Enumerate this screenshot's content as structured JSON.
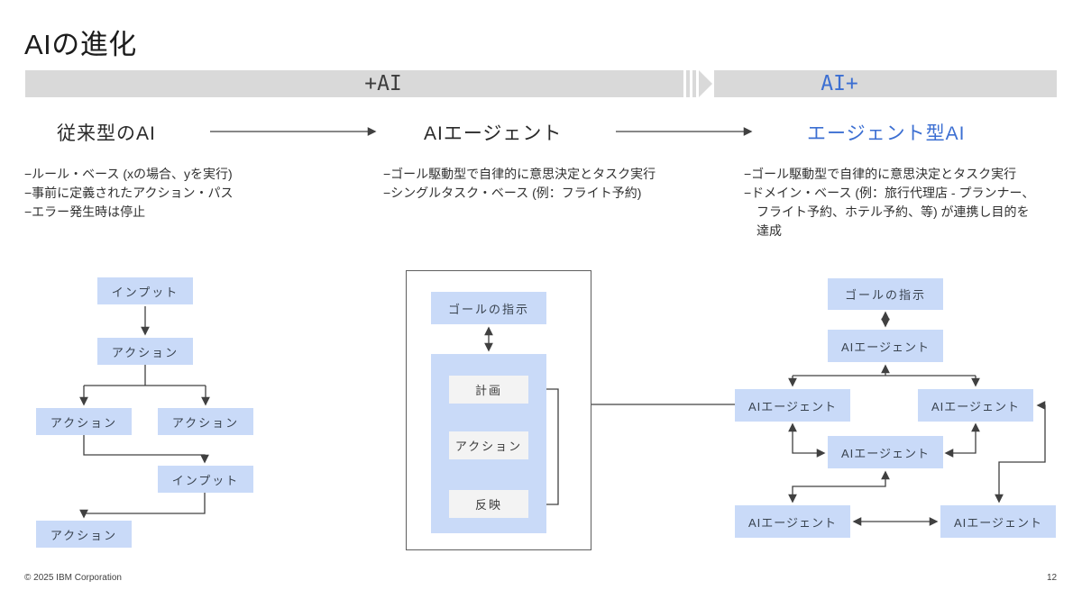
{
  "title": "AIの進化",
  "banner": {
    "left_label": "+AI",
    "right_label": "AI+"
  },
  "stages": [
    {
      "heading": "従来型のAI",
      "bullets": [
        "−ルール・ベース (xの場合、yを実行)",
        "−事前に定義されたアクション・パス",
        "−エラー発生時は停止"
      ]
    },
    {
      "heading": "AIエージェント",
      "bullets": [
        "−ゴール駆動型で自律的に意思決定とタスク実行",
        "−シングルタスク・ベース (例：フライト予約)"
      ]
    },
    {
      "heading": "エージェント型AI",
      "bullets": [
        "−ゴール駆動型で自律的に意思決定とタスク実行",
        "−ドメイン・ベース (例：旅行代理店 - プランナー、",
        "　フライト予約、ホテル予約、等) が連携し目的を",
        "　達成"
      ]
    }
  ],
  "diagrams": {
    "traditional": {
      "nodes": [
        "インプット",
        "アクション",
        "アクション",
        "アクション",
        "インプット",
        "アクション"
      ]
    },
    "agent": {
      "goal_label": "ゴールの指示",
      "steps": [
        "計画",
        "アクション",
        "反映"
      ]
    },
    "agentic": {
      "goal_label": "ゴールの指示",
      "agent_label": "AIエージェント"
    }
  },
  "footer": {
    "copyright": "© 2025 IBM Corporation",
    "page_number": "12"
  },
  "colors": {
    "accent_blue": "#3c6fd2",
    "bar_gray": "#d9d9d9",
    "node_blue": "#c9daf8",
    "step_gray": "#f3f3f3",
    "connector": "#404040"
  }
}
